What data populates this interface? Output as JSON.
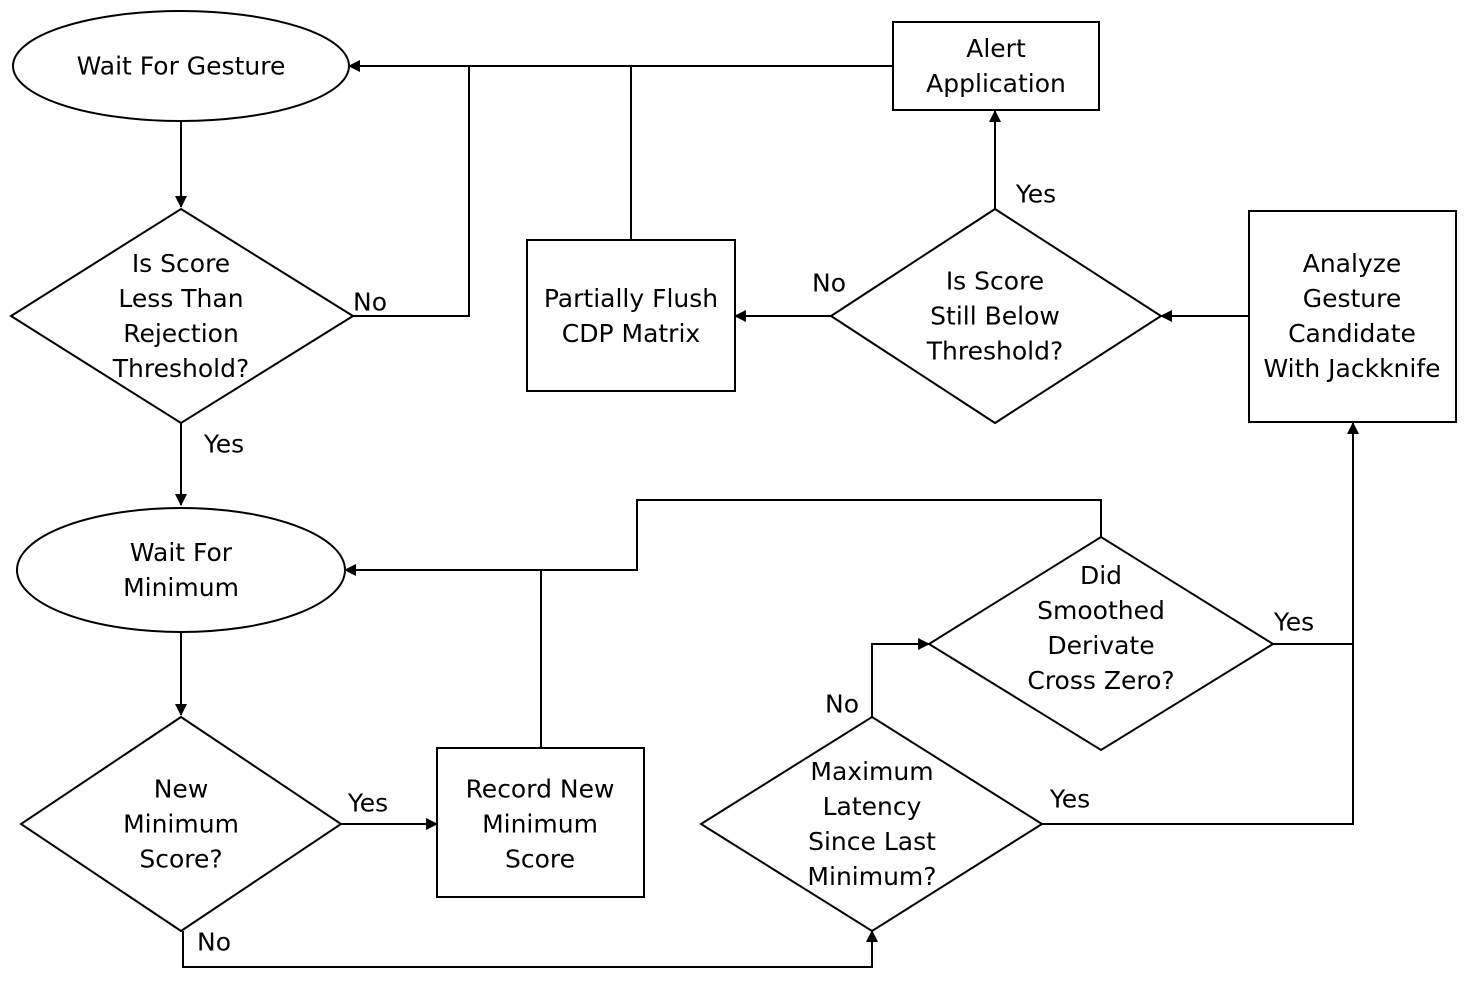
{
  "nodes": {
    "wait_for_gesture": {
      "lines": [
        "Wait For Gesture"
      ]
    },
    "rejection_check": {
      "lines": [
        "Is Score",
        "Less Than",
        "Rejection",
        "Threshold?"
      ]
    },
    "partially_flush": {
      "lines": [
        "Partially Flush",
        "CDP Matrix"
      ]
    },
    "alert_application": {
      "lines": [
        "Alert",
        "Application"
      ]
    },
    "still_below_check": {
      "lines": [
        "Is Score",
        "Still Below",
        "Threshold?"
      ]
    },
    "analyze_candidate": {
      "lines": [
        "Analyze",
        "Gesture",
        "Candidate",
        "With Jackknife"
      ]
    },
    "wait_for_minimum": {
      "lines": [
        "Wait For",
        "Minimum"
      ]
    },
    "new_minimum_check": {
      "lines": [
        "New",
        "Minimum",
        "Score?"
      ]
    },
    "record_new_minimum": {
      "lines": [
        "Record New",
        "Minimum",
        "Score"
      ]
    },
    "derivative_check": {
      "lines": [
        "Did",
        "Smoothed",
        "Derivate",
        "Cross Zero?"
      ]
    },
    "latency_check": {
      "lines": [
        "Maximum",
        "Latency",
        "Since Last",
        "Minimum?"
      ]
    }
  },
  "edge_labels": {
    "rejection_no": "No",
    "rejection_yes": "Yes",
    "still_below_yes": "Yes",
    "still_below_no": "No",
    "new_minimum_yes": "Yes",
    "new_minimum_no": "No",
    "derivative_yes": "Yes",
    "latency_no": "No",
    "latency_yes": "Yes"
  }
}
